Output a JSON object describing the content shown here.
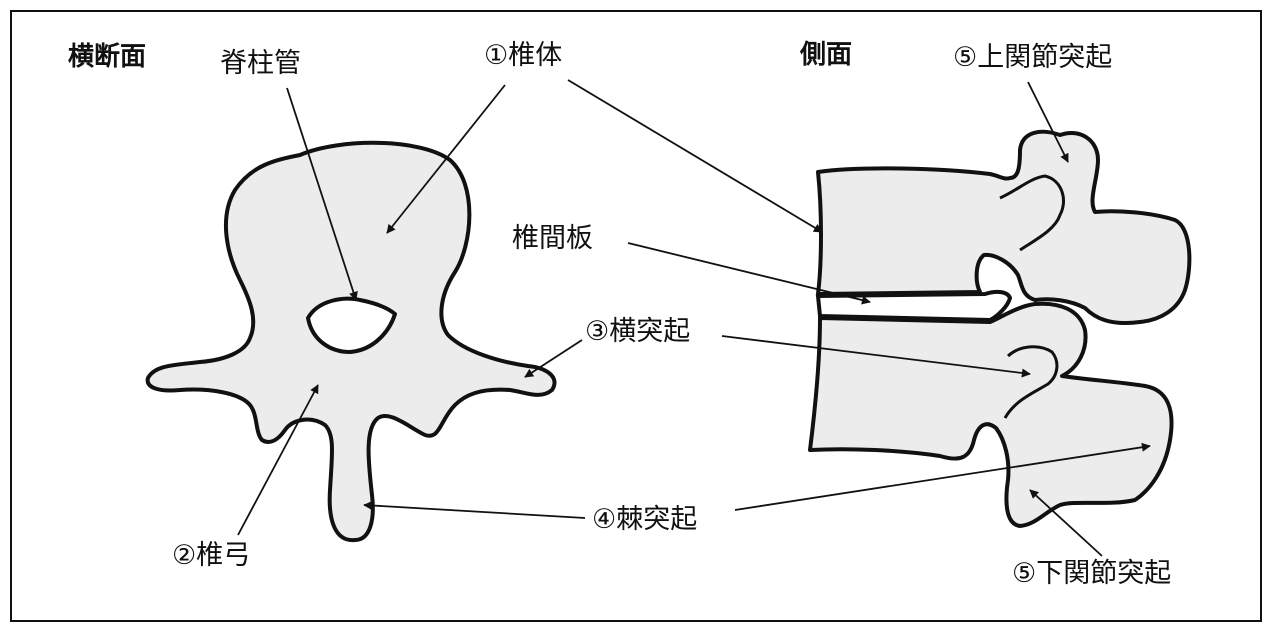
{
  "colors": {
    "bone_fill": "#ececec",
    "outline": "#111111",
    "frame": "#111111"
  },
  "sections": {
    "cross_section": "横断面",
    "side_view": "側面"
  },
  "labels": {
    "spinal_canal": "脊柱管",
    "vertebral_body": "①椎体",
    "vertebral_arch": "②椎弓",
    "transverse_process": "③横突起",
    "spinous_process": "④棘突起",
    "superior_articular_process": "⑤上関節突起",
    "inferior_articular_process": "⑤下関節突起",
    "intervertebral_disc": "椎間板"
  }
}
